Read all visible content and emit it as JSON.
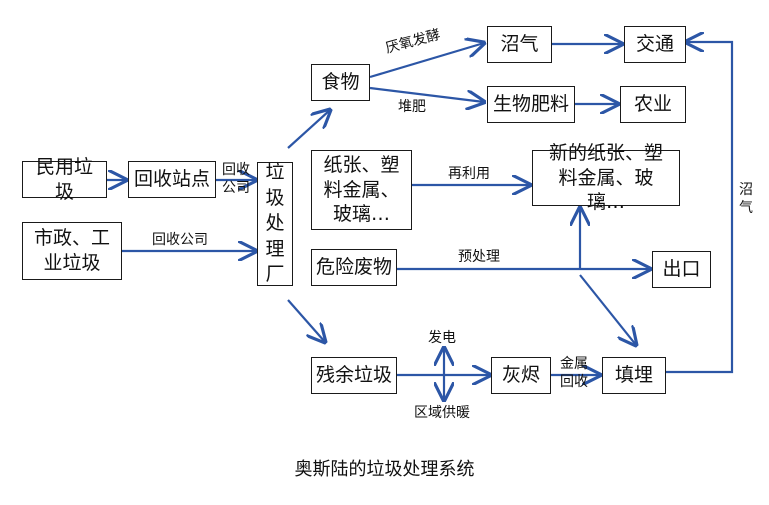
{
  "nodes": {
    "household_waste": "民用垃圾",
    "recycling_station": "回收站点",
    "municipal_waste": "市政、工业垃圾",
    "waste_plant": "垃圾处理厂",
    "food": "食物",
    "paper_plastic": "纸张、塑料金属、玻璃…",
    "hazardous": "危险废物",
    "residual": "残余垃圾",
    "biogas": "沼气",
    "fertilizer": "生物肥料",
    "transport": "交通",
    "agriculture": "农业",
    "new_materials": "新的纸张、塑料金属、玻璃…",
    "export": "出口",
    "ash": "灰烬",
    "landfill": "填埋"
  },
  "edges": {
    "recycle_company_1": "回收公司",
    "recycle_company_2": "回收公司",
    "anaerobic": "厌氧发酵",
    "compost": "堆肥",
    "reuse": "再利用",
    "pretreatment": "预处理",
    "power": "发电",
    "heating": "区域供暖",
    "metal_recycle": "金属回收",
    "biogas_return": "沼气"
  },
  "caption": "奥斯陆的垃圾处理系统"
}
